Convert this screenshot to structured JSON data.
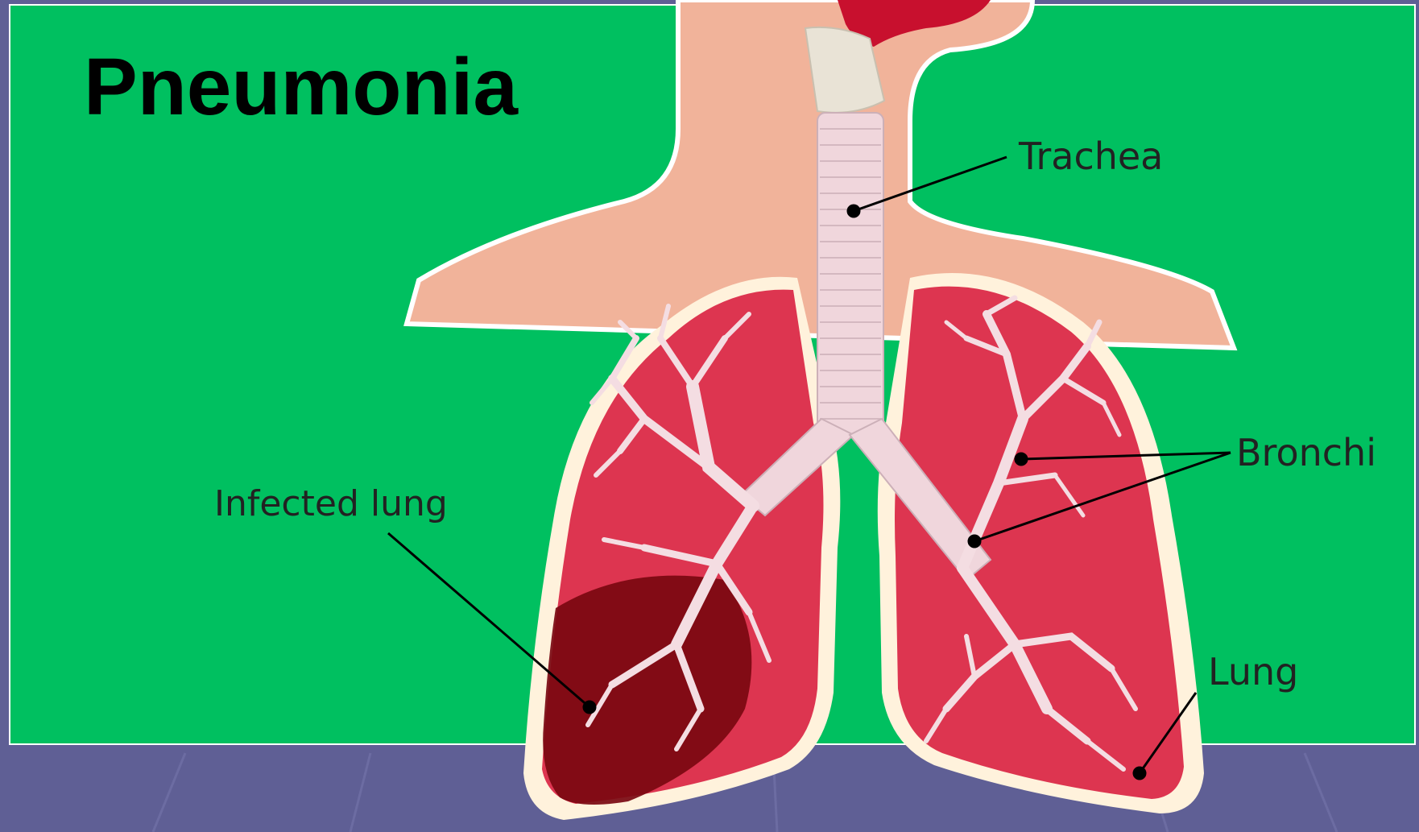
{
  "title": "Pneumonia",
  "labels": {
    "trachea": "Trachea",
    "bronchi": "Bronchi",
    "infected_lung": "Infected lung",
    "lung": "Lung"
  },
  "colors": {
    "background_green": "#00c060",
    "floor_purple": "#5f5f95",
    "skin": "#f1b39a",
    "lung_red": "#dd3550",
    "lung_border": "#fff2dc",
    "infected_dark": "#7a0810",
    "airway": "#f0d6dc",
    "label_text": "#222222",
    "title_text": "#000000"
  }
}
